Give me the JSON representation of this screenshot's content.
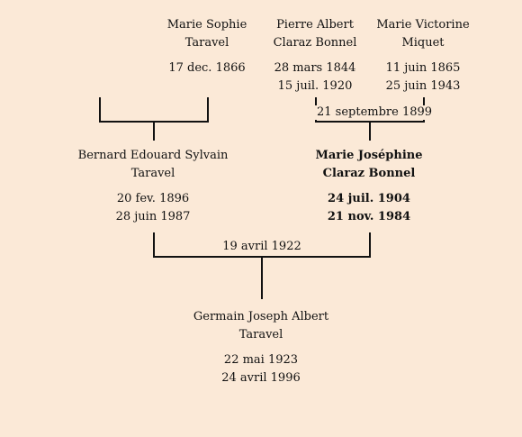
{
  "persons": {
    "marie_sophie": {
      "name1": "Marie Sophie",
      "name2": "Taravel",
      "birth": "17 dec. 1866",
      "death": ""
    },
    "pierre_albert": {
      "name1": "Pierre Albert",
      "name2": "Claraz Bonnel",
      "birth": "28 mars 1844",
      "death": "15 juil. 1920"
    },
    "marie_victorine": {
      "name1": "Marie Victorine",
      "name2": "Miquet",
      "birth": "11 juin 1865",
      "death": "25 juin 1943"
    },
    "bernard": {
      "name1": "Bernard Edouard Sylvain",
      "name2": "Taravel",
      "birth": "20 fev. 1896",
      "death": "28 juin 1987"
    },
    "marie_josephine": {
      "name1": "Marie Joséphine",
      "name2": "Claraz Bonnel",
      "birth": "24 juil. 1904",
      "death": "21 nov. 1984"
    },
    "germain": {
      "name1": "Germain Joseph Albert",
      "name2": "Taravel",
      "birth": "22 mai 1923",
      "death": "24 avril 1996"
    }
  },
  "marriages": {
    "pierre_victorine": "21 septembre 1899",
    "bernard_josephine": "19 avril 1922"
  }
}
